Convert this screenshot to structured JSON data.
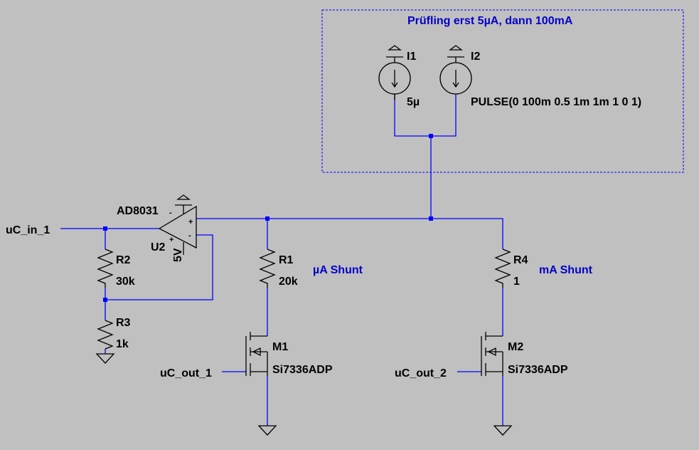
{
  "box_title": "Prüfling erst 5µA, dann 100mA",
  "sources": [
    {
      "ref": "I1",
      "value": "5µ"
    },
    {
      "ref": "I2",
      "value": "PULSE(0 100m 0.5 1m 1m 1 0 1)"
    }
  ],
  "opamp": {
    "model": "AD8031",
    "ref": "U2",
    "supply": "5V"
  },
  "resistors": [
    {
      "ref": "R1",
      "value": "20k"
    },
    {
      "ref": "R2",
      "value": "30k"
    },
    {
      "ref": "R3",
      "value": "1k"
    },
    {
      "ref": "R4",
      "value": "1"
    }
  ],
  "mosfets": [
    {
      "ref": "M1",
      "model": "Si7336ADP"
    },
    {
      "ref": "M2",
      "model": "Si7336ADP"
    }
  ],
  "nets": {
    "in": "uC_in_1",
    "out1": "uC_out_1",
    "out2": "uC_out_2"
  },
  "comments": {
    "ua_shunt": "µA Shunt",
    "ma_shunt": "mA Shunt"
  }
}
